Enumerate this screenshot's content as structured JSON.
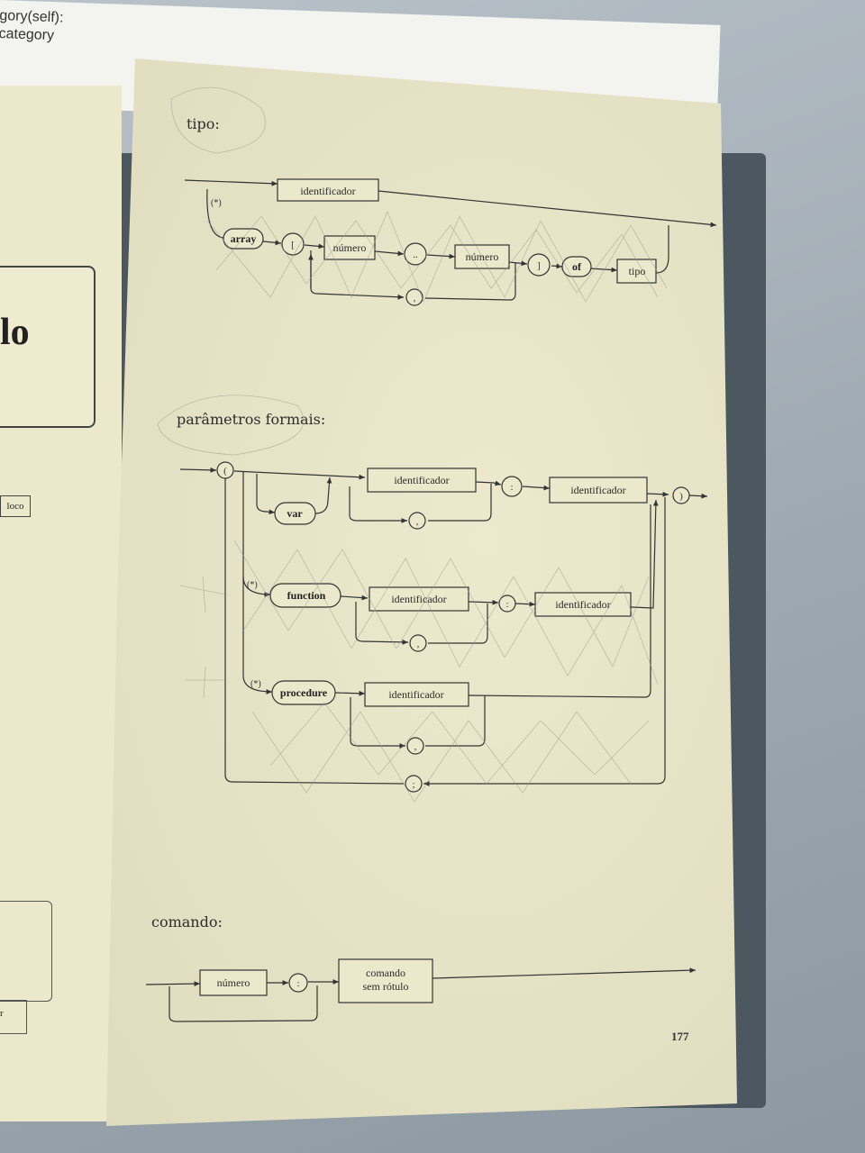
{
  "background_sheet": {
    "lines": [
      "gory(self):",
      "category"
    ]
  },
  "left_page": {
    "heading_fragment": "lo",
    "box_label": "loco",
    "lower_label": "r"
  },
  "page_number": "177",
  "tipo": {
    "title": "tipo:",
    "note": "(*)",
    "identificador": "identificador",
    "array": "array",
    "open_bracket": "[",
    "numero1": "número",
    "range": "..",
    "numero2": "número",
    "close_bracket": "]",
    "of": "of",
    "tipo": "tipo",
    "comma": ","
  },
  "parametros": {
    "title": "parâmetros formais:",
    "open_paren": "(",
    "close_paren": ")",
    "var": "var",
    "identificador_a": "identificador",
    "colon_a": ":",
    "identificador_b": "identificador",
    "comma_a": ",",
    "note_function": "(*)",
    "function": "function",
    "identificador_c": "identificador",
    "colon_b": ":",
    "identificador_d": "identificador",
    "comma_b": ",",
    "note_procedure": "(*)",
    "procedure": "procedure",
    "identificador_e": "identificador",
    "comma_c": ",",
    "semicolon": ";"
  },
  "comando": {
    "title": "comando:",
    "numero": "número",
    "colon": ":",
    "comando_line1": "comando",
    "comando_line2": "sem rótulo"
  },
  "colors": {
    "paper": "#ebe7c9",
    "ink": "#2b2b2b",
    "cover": "#4d5760"
  }
}
